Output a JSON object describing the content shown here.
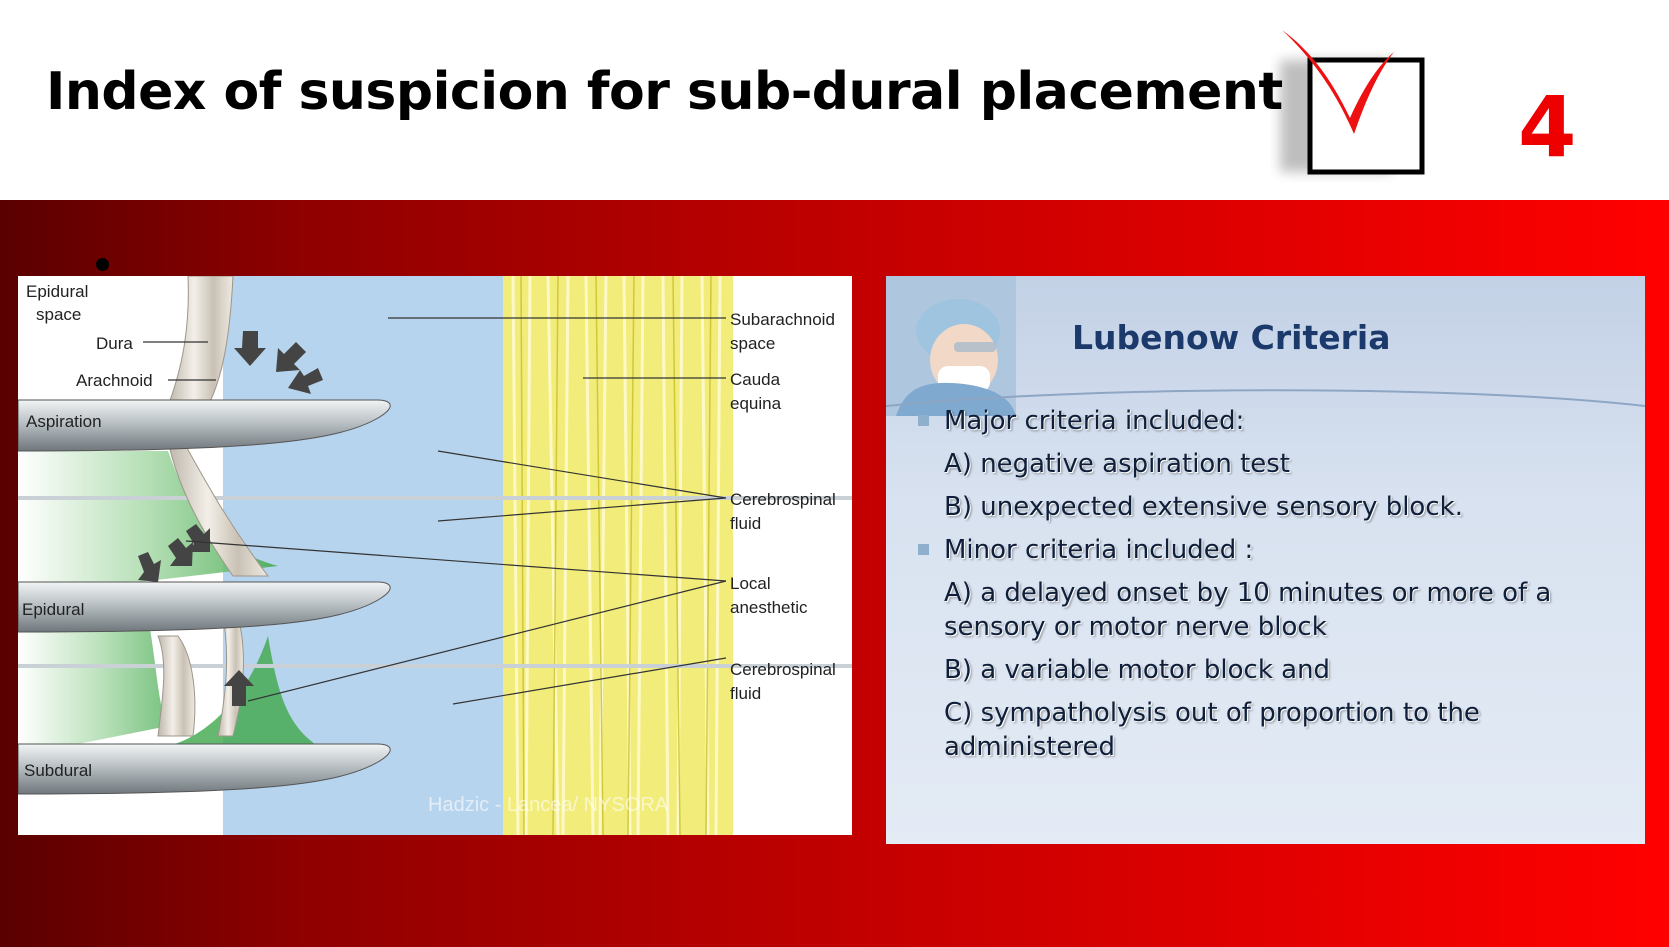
{
  "slide": {
    "title": "Index of suspicion for sub-dural placement",
    "number": "4"
  },
  "figure": {
    "labels": {
      "epidural_space_1": "Epidural",
      "epidural_space_2": "space",
      "dura": "Dura",
      "arachnoid": "Arachnoid",
      "aspiration": "Aspiration",
      "epidural": "Epidural",
      "subdural": "Subdural",
      "subarachnoid_1": "Subarachnoid",
      "subarachnoid_2": "space",
      "cauda_1": "Cauda",
      "cauda_2": "equina",
      "csf_1": "Cerebrospinal",
      "csf_2": "fluid",
      "local_1": "Local",
      "local_2": "anesthetic",
      "csf2_1": "Cerebrospinal",
      "csf2_2": "fluid",
      "watermark": "Hadzic - Lancea/ NYSORA"
    },
    "colors": {
      "csf": "#b7d4ee",
      "cauda": "#f2ec7a",
      "anesthetic": "#3fa84a",
      "dura": "#d9d2c6",
      "needle": "#9aa3a8"
    }
  },
  "inset": {
    "title": "Lubenow Criteria",
    "items": [
      {
        "text": "Major criteria included:",
        "bullet": true
      },
      {
        "text": "A) negative aspiration test",
        "bullet": false
      },
      {
        "text": "B) unexpected extensive sensory block.",
        "bullet": false
      },
      {
        "text": "Minor criteria included :",
        "bullet": true
      },
      {
        "text": "A) a delayed onset by 10 minutes or more of a sensory or motor nerve block",
        "bullet": false
      },
      {
        "text": "B) a variable motor block and",
        "bullet": false
      },
      {
        "text": "C) sympatholysis out of proportion to the administered",
        "bullet": false
      }
    ]
  },
  "colors": {
    "accent": "#ee0000",
    "band_dark": "#5a0000",
    "band_light": "#ff0000",
    "inset_title": "#1b3a6b"
  }
}
